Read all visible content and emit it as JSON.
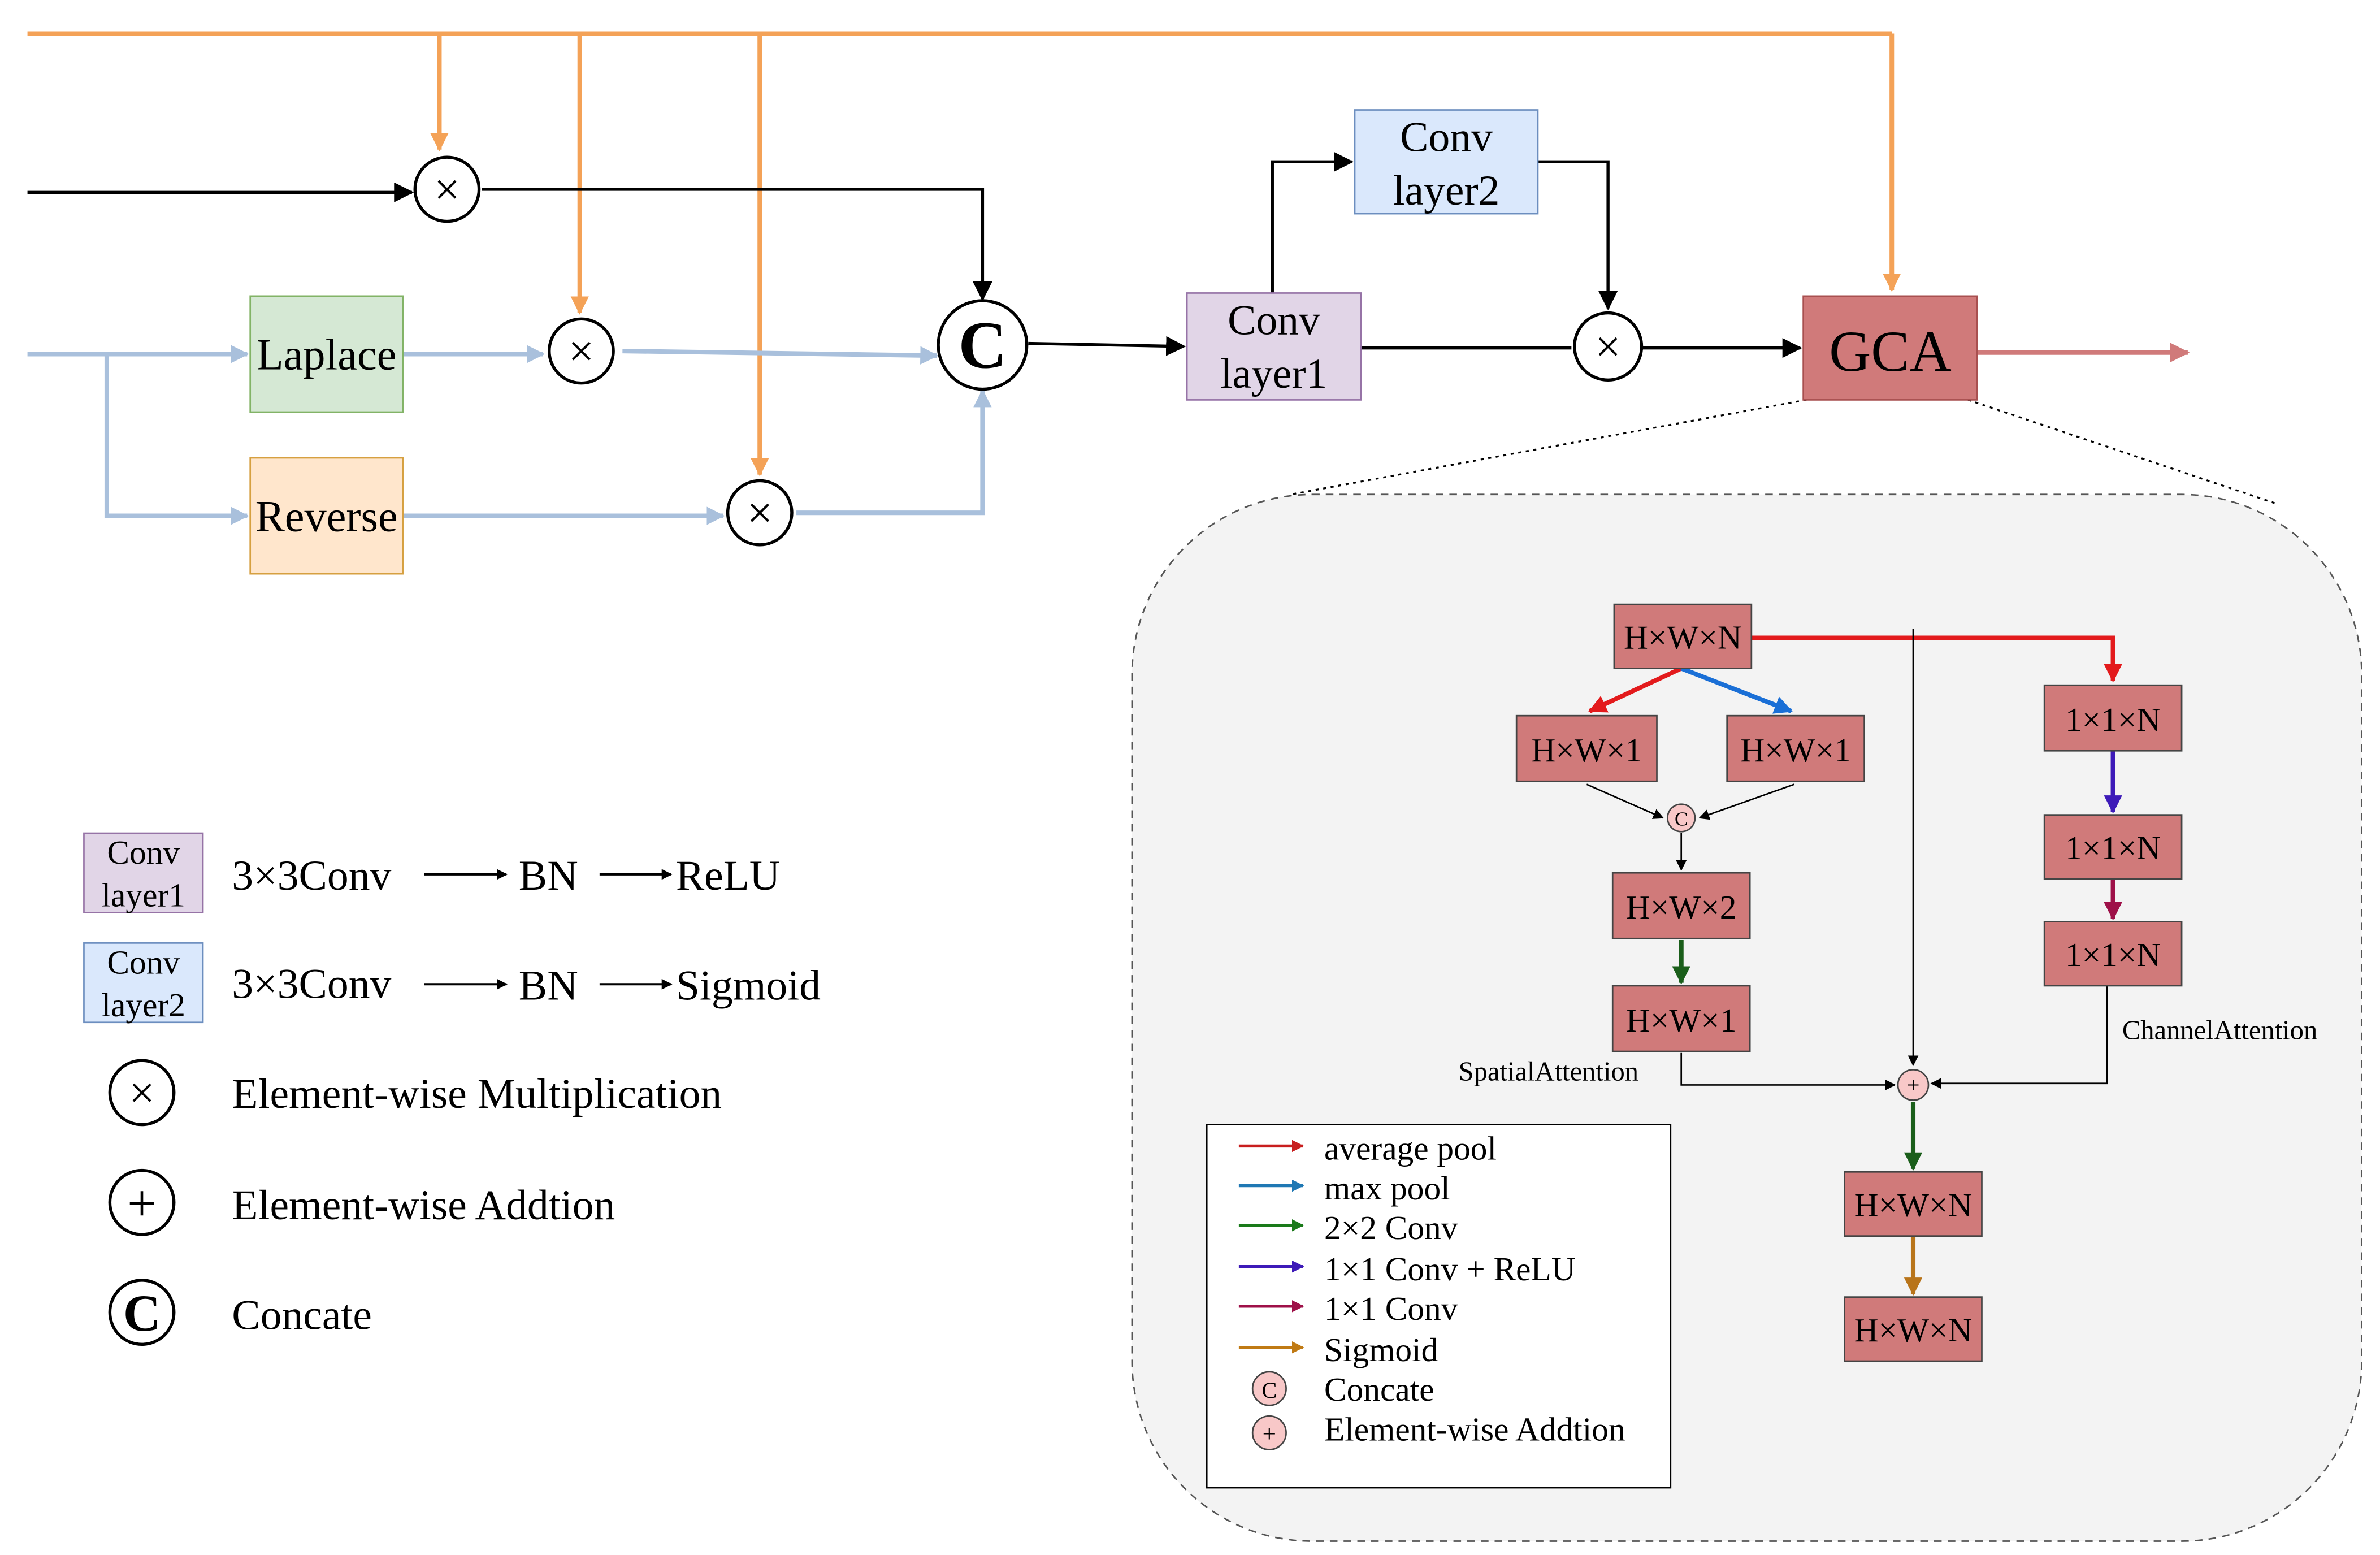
{
  "main": {
    "blocks": {
      "laplace": "Laplace",
      "reverse": "Reverse",
      "conv1_line1": "Conv",
      "conv1_line2": "layer1",
      "conv2_line1": "Conv",
      "conv2_line2": "layer2",
      "gca": "GCA"
    },
    "symbols": {
      "multiply": "×",
      "add": "+",
      "concat": "C"
    }
  },
  "legend_left": {
    "conv1": {
      "box_line1": "Conv",
      "box_line2": "layer1",
      "step1": "3×3Conv",
      "step2": "BN",
      "step3": "ReLU"
    },
    "conv2": {
      "box_line1": "Conv",
      "box_line2": "layer2",
      "step1": "3×3Conv",
      "step2": "BN",
      "step3": "Sigmoid"
    },
    "multiply_label": "Element-wise Multiplication",
    "add_label": "Element-wise Addtion",
    "concat_label": "Concate"
  },
  "gca_detail": {
    "input": "H×W×N",
    "spatial_avg": "H×W×1",
    "spatial_max": "H×W×1",
    "spatial_cat": "H×W×2",
    "spatial_out": "H×W×1",
    "spatial_label": "SpatialAttention",
    "channel_1": "1×1×N",
    "channel_2": "1×1×N",
    "channel_3": "1×1×N",
    "channel_label": "ChannelAttention",
    "out_1": "H×W×N",
    "out_2": "H×W×N"
  },
  "gca_legend": {
    "items": [
      {
        "label": "average pool",
        "color": "#e31a1c"
      },
      {
        "label": "max pool",
        "color": "#1f78b4"
      },
      {
        "label": "2×2 Conv",
        "color": "#1a7a1a"
      },
      {
        "label": "1×1 Conv + ReLU",
        "color": "#3d1ab8"
      },
      {
        "label": "1×1 Conv",
        "color": "#9e1048"
      },
      {
        "label": "Sigmoid",
        "color": "#c07a14"
      }
    ],
    "concat_label": "Concate",
    "add_label": "Element-wise Addtion"
  },
  "colors": {
    "orange": "#f4a257",
    "blue_gray": "#a9c0dc",
    "block_red": "#d07a7a",
    "gca_out": "#d07a7a",
    "laplace_fill": "#d5e8d4",
    "reverse_fill": "#ffe6cc",
    "conv1_fill": "#e1d5e7",
    "conv2_fill": "#dae8fc"
  }
}
